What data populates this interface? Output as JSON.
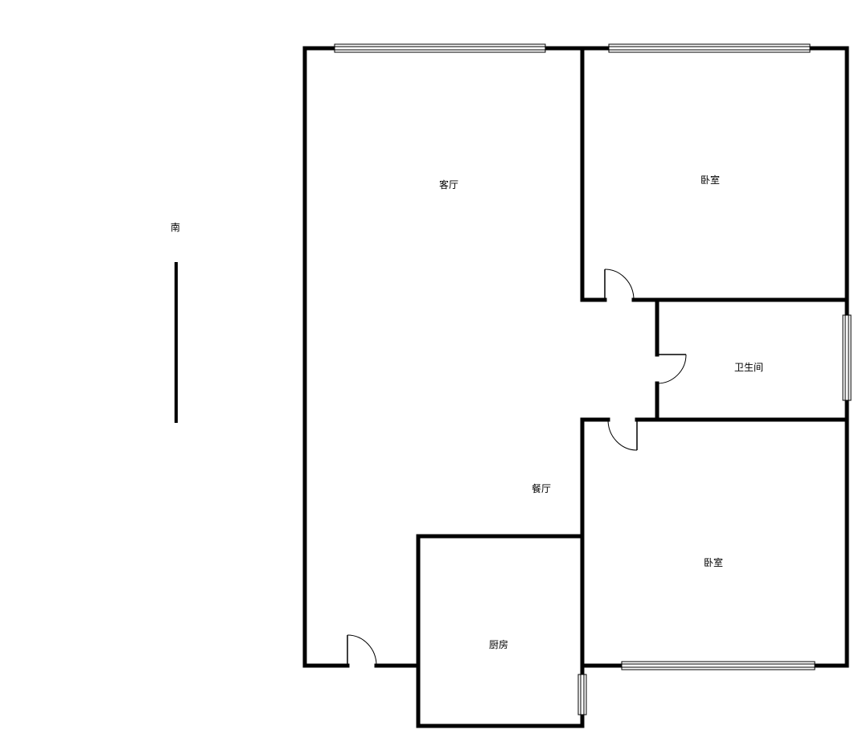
{
  "compass": {
    "label": "南"
  },
  "rooms": {
    "living_room": "客厅",
    "bedroom_north": "卧室",
    "bathroom": "卫生间",
    "dining_room": "餐厅",
    "bedroom_south": "卧室",
    "kitchen": "厨房"
  },
  "colors": {
    "wall": "#000000",
    "background": "#ffffff"
  }
}
